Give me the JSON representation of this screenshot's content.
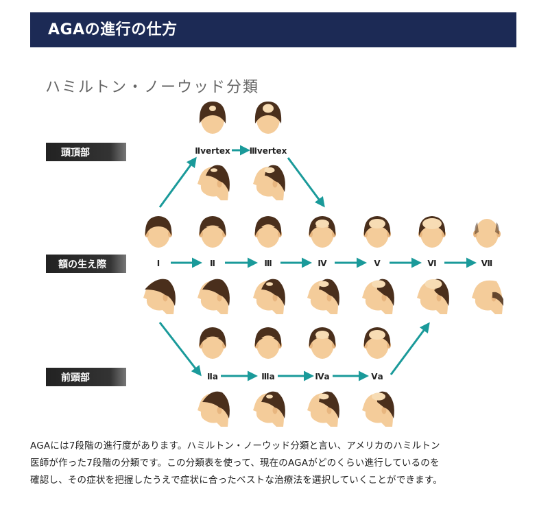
{
  "header": {
    "title": "AGAの進行の仕方"
  },
  "diagram": {
    "title": "ハミルトン・ノーウッド分類",
    "groups": {
      "crown": "頭頂部",
      "hairline": "額の生え際",
      "front": "前頭部"
    },
    "stages": {
      "crown": [
        "Ⅱvertex",
        "Ⅲvertex"
      ],
      "main": [
        "Ⅰ",
        "Ⅱ",
        "Ⅲ",
        "Ⅳ",
        "Ⅴ",
        "Ⅵ",
        "Ⅶ"
      ],
      "front": [
        "Ⅱa",
        "Ⅲa",
        "Ⅳa",
        "Ⅴa"
      ]
    },
    "colors": {
      "arrow": "#1a9a9a",
      "hair": "#4a2f1c",
      "skin": "#f4cc9a",
      "label_bg": "#1a1a1a"
    }
  },
  "description": {
    "lines": [
      "AGAには7段階の進行度があります。ハミルトン・ノーウッド分類と言い、アメリカのハミルトン",
      "医師が作った7段階の分類です。この分類表を使って、現在のAGAがどのくらい進行しているのを",
      "確認し、その症状を把握したうえで症状に合ったベストな治療法を選択していくことができます。"
    ]
  }
}
